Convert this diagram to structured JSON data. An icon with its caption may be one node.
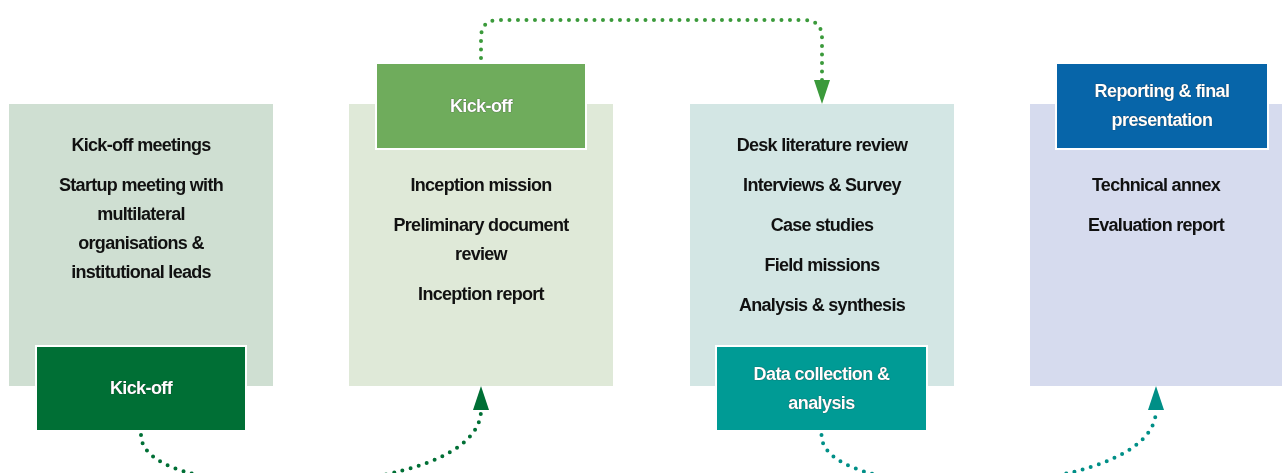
{
  "diagram": {
    "nodes": [
      {
        "text": [
          "Kick-off meetings",
          "Startup meeting with multilateral organisations & institutional leads"
        ]
      },
      {
        "text": [
          "Kick-off"
        ]
      },
      {
        "text": [
          "Inception mission",
          "Preliminary document review",
          "Inception report"
        ]
      },
      {
        "text": [
          "Kick-off"
        ]
      },
      {
        "text": [
          "Desk literature review",
          "Interviews & Survey",
          "Case studies",
          "Field missions",
          "Analysis & synthesis"
        ]
      },
      {
        "text": [
          "Data collection & analysis"
        ]
      },
      {
        "text": [
          "Technical annex",
          "Evaluation report"
        ]
      },
      {
        "text": [
          "Reporting & final presentation"
        ]
      }
    ],
    "edges": [
      {
        "from": 1,
        "to": 2,
        "arrow": "to",
        "style": "dashed",
        "color": "#006f35"
      },
      {
        "from": 3,
        "to": 4,
        "arrow": "to",
        "style": "dashed",
        "color": "#3b9a3b"
      },
      {
        "from": 5,
        "to": 6,
        "arrow": "to",
        "style": "dashed",
        "color": "#008f87"
      }
    ]
  }
}
